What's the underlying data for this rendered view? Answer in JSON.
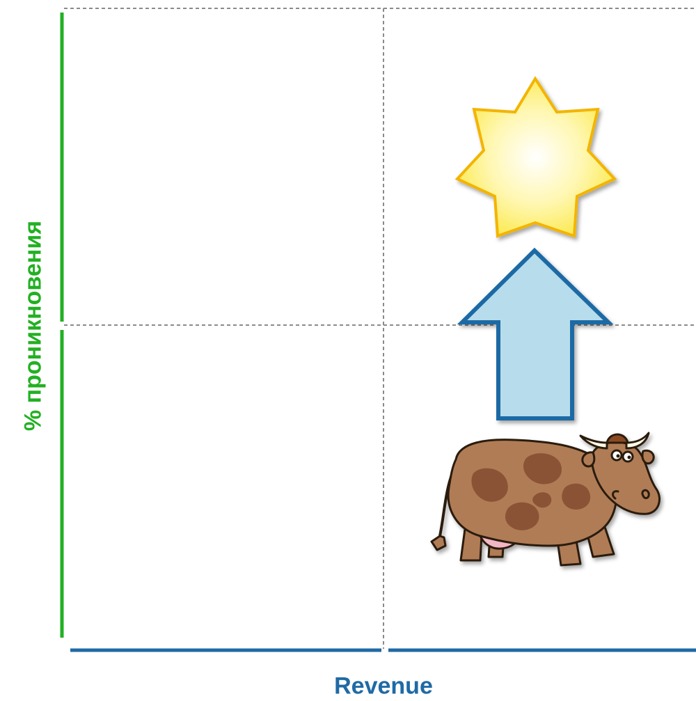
{
  "axes": {
    "x_label": "Revenue",
    "y_label": "% проникновения"
  },
  "colors": {
    "x_axis": "#1f6aa5",
    "y_axis": "#22b022",
    "grid": "#8a8a8a",
    "star_stroke": "#f3b400",
    "star_fill_center": "#ffffff",
    "star_fill_edge": "#fbe94e",
    "arrow_fill": "#b7dceb",
    "arrow_stroke": "#1f6aa5",
    "cow_body": "#b07b55",
    "cow_spots": "#8b5336"
  },
  "icons": {
    "star": "star-icon",
    "arrow": "arrow-up-icon",
    "cow": "cash-cow-icon"
  },
  "quadrants": [
    "top-left",
    "top-right",
    "bottom-left",
    "bottom-right"
  ]
}
